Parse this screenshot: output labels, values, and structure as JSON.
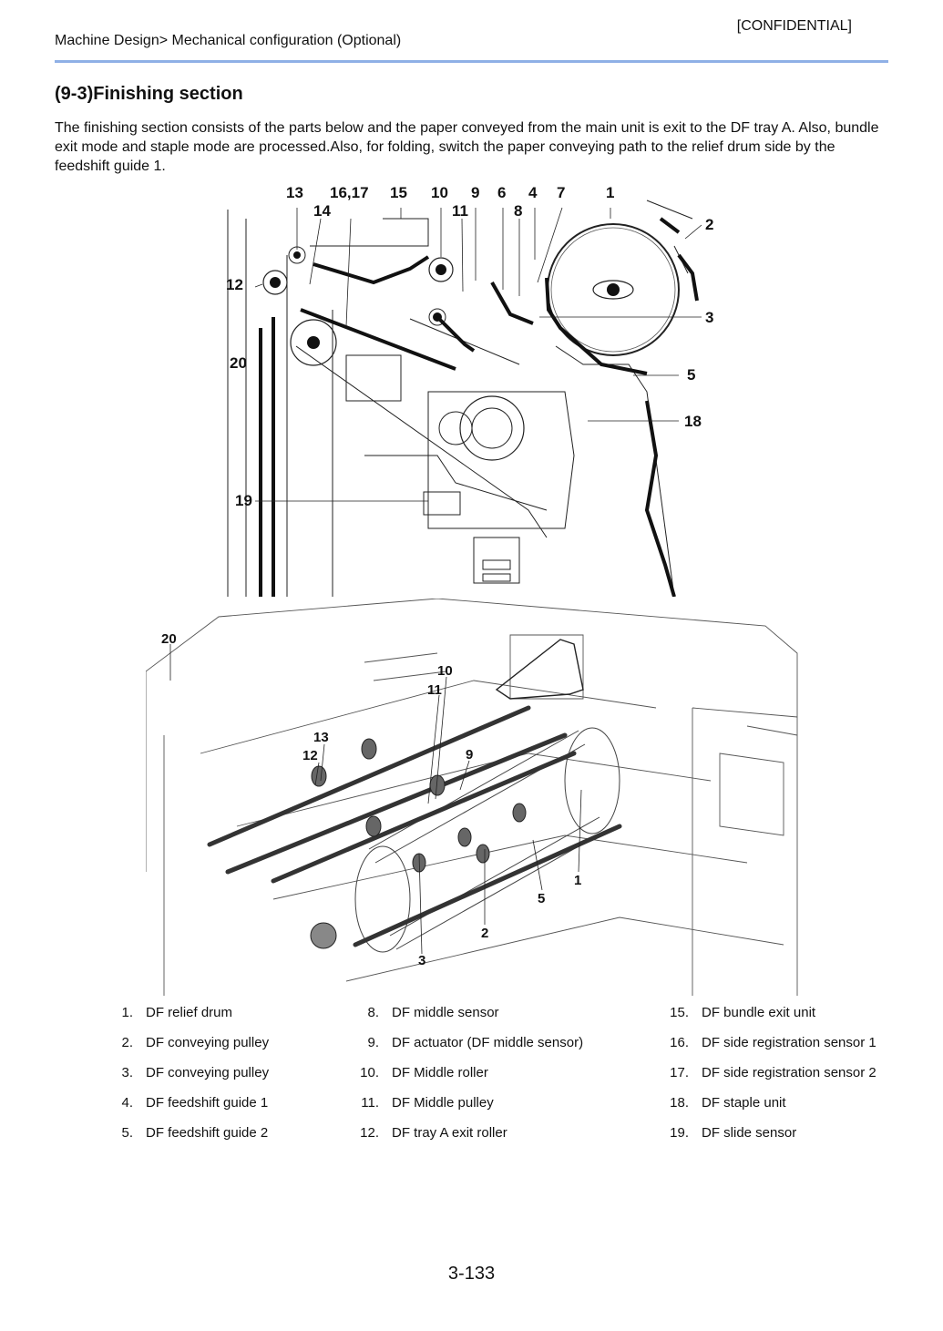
{
  "header": {
    "confidential": "[CONFIDENTIAL]",
    "breadcrumb": "Machine Design> Mechanical configuration (Optional)"
  },
  "section": {
    "title": "(9-3)Finishing section",
    "intro": "The finishing section consists of the parts below and the paper conveyed from the main unit is exit to the DF tray A. Also, bundle exit mode and staple mode are processed.Also, for folding, switch the paper conveying path to the relief drum side by the feedshift guide 1."
  },
  "figure_top": {
    "callouts": [
      "13",
      "16,17",
      "15",
      "10",
      "9",
      "6",
      "4",
      "7",
      "1",
      "14",
      "11",
      "8",
      "2",
      "12",
      "3",
      "20",
      "5",
      "18",
      "19"
    ]
  },
  "figure_bottom": {
    "callouts": [
      "20",
      "10",
      "11",
      "13",
      "12",
      "9",
      "1",
      "5",
      "2",
      "3"
    ]
  },
  "parts": [
    {
      "num": "1.",
      "name": "DF relief drum"
    },
    {
      "num": "2.",
      "name": "DF conveying pulley"
    },
    {
      "num": "3.",
      "name": "DF conveying pulley"
    },
    {
      "num": "4.",
      "name": "DF feedshift guide 1"
    },
    {
      "num": "5.",
      "name": "DF feedshift guide 2"
    },
    {
      "num": "8.",
      "name": "DF middle sensor"
    },
    {
      "num": "9.",
      "name": "DF actuator (DF middle sensor)"
    },
    {
      "num": "10.",
      "name": "DF Middle roller"
    },
    {
      "num": "11.",
      "name": "DF Middle pulley"
    },
    {
      "num": "12.",
      "name": "DF tray A exit roller"
    },
    {
      "num": "15.",
      "name": "DF bundle exit unit"
    },
    {
      "num": "16.",
      "name": "DF side registration sensor 1"
    },
    {
      "num": "17.",
      "name": "DF side registration sensor 2"
    },
    {
      "num": "18.",
      "name": "DF staple unit"
    },
    {
      "num": "19.",
      "name": "DF slide sensor"
    }
  ],
  "page_number": "3-133"
}
